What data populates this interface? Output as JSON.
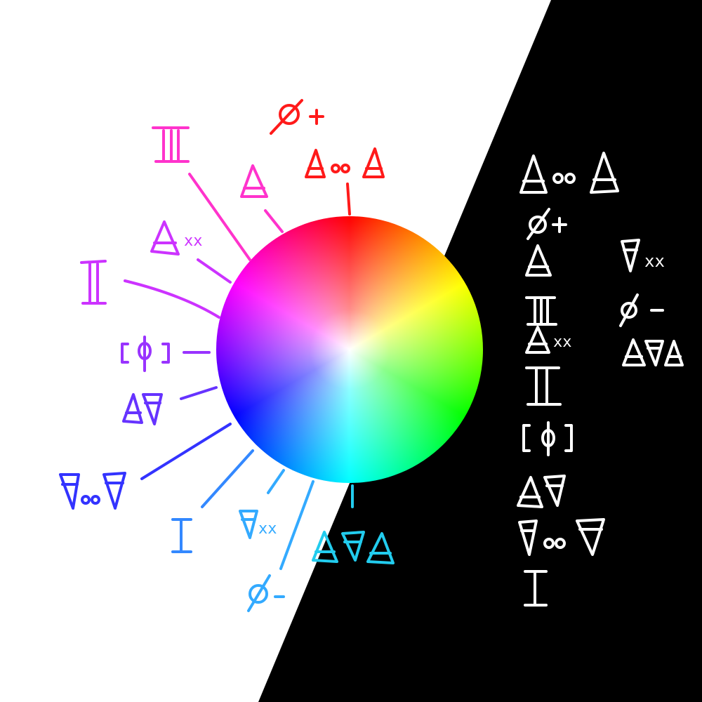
{
  "stroke_colors": {
    "red": "#ff1a1a",
    "magenta": "#ff33cc",
    "violet": "#cc33ff",
    "purple": "#9933ff",
    "indigo": "#6633ff",
    "blue": "#3333ff",
    "azure": "#3388ff",
    "sky": "#33aaff",
    "cyan": "#22ccee",
    "white": "#ffffff"
  },
  "labels": {
    "phi_plus": "ø+",
    "phi_minus": "ø-",
    "xx_a": "xx",
    "xx_b": "xx",
    "xx_c": "xx",
    "xx_d": "xx"
  }
}
